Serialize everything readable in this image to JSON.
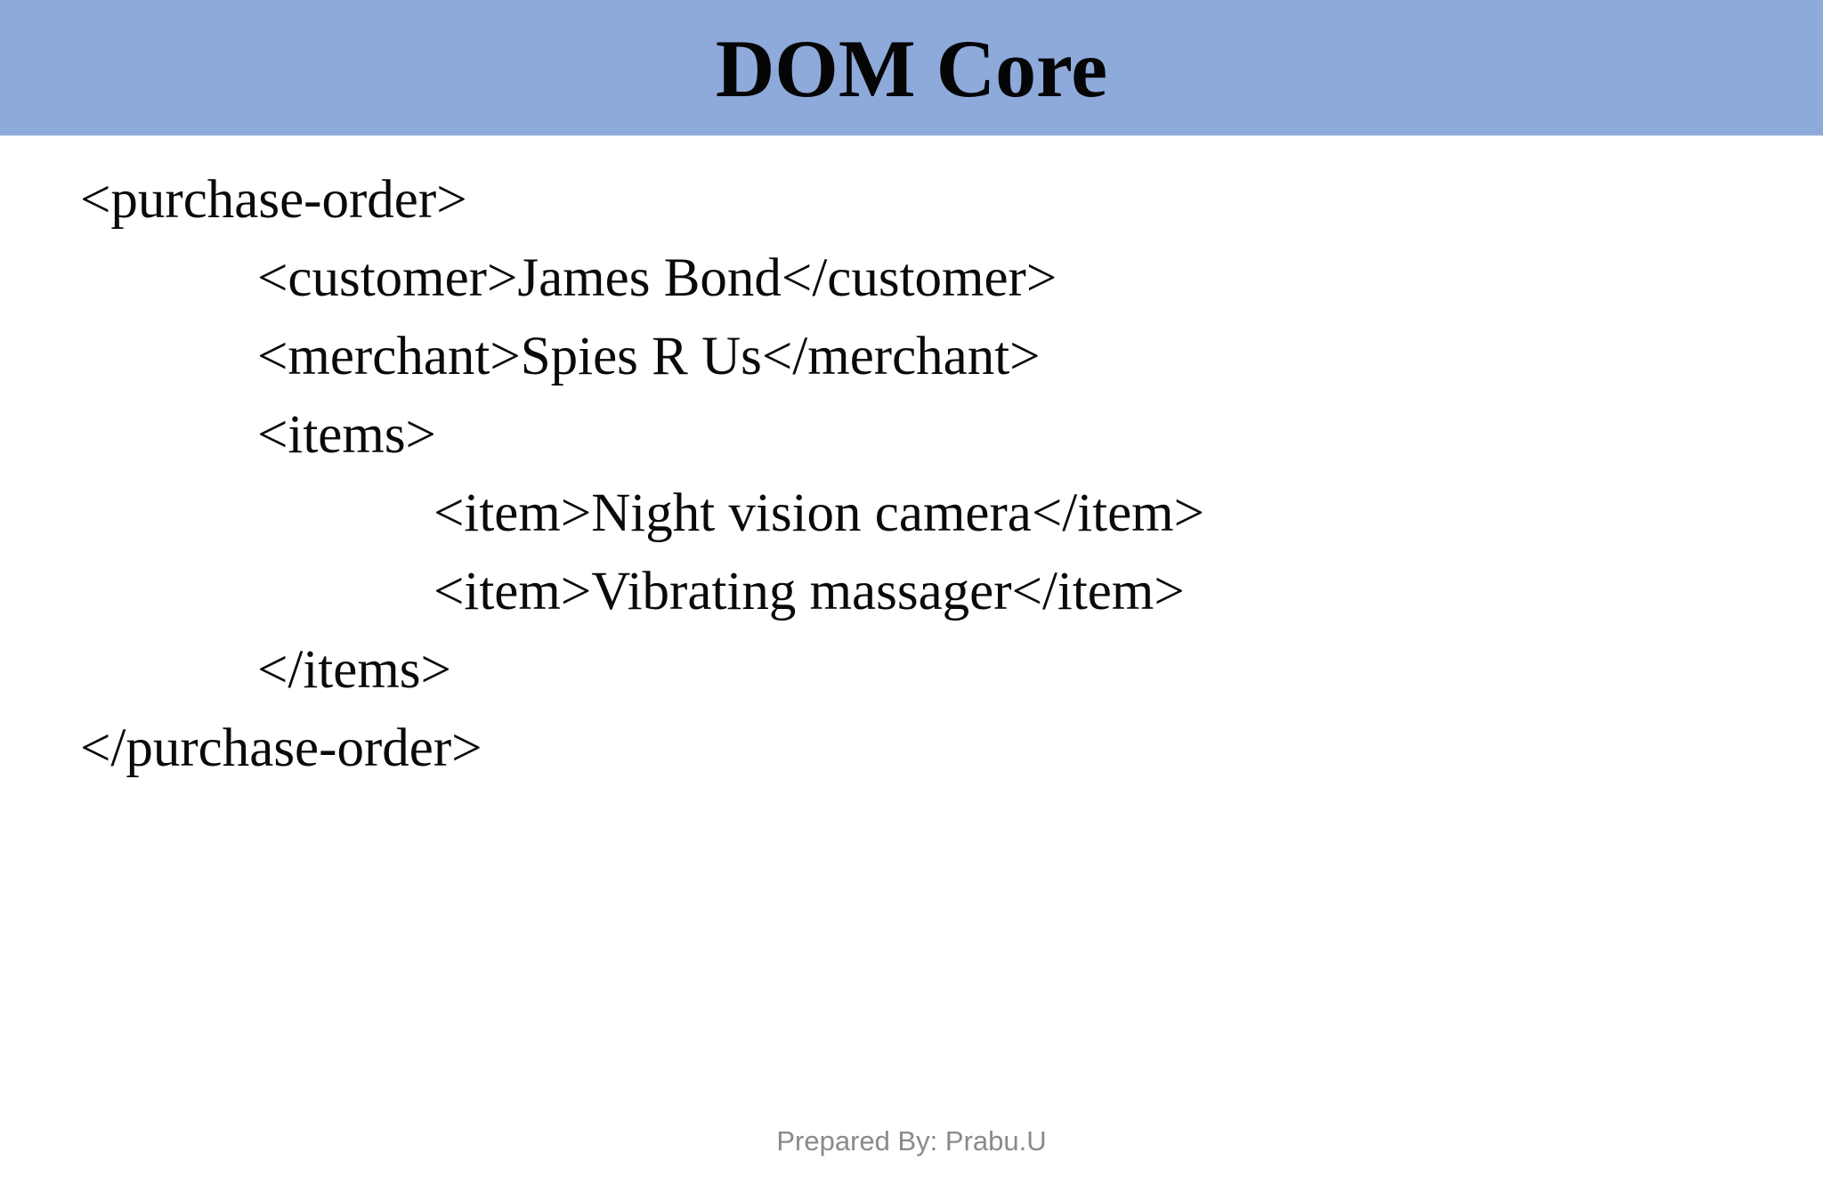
{
  "slide": {
    "title": "DOM Core",
    "footer": "Prepared By: Prabu.U",
    "colors": {
      "header_bg": "#8EAADB",
      "body_text": "#0A0A0A",
      "title_text": "#050505",
      "footer_text": "#8A8A8A",
      "slide_bg": "#FFFFFF"
    },
    "code_lines": [
      {
        "indent": 0,
        "text": "<purchase-order>"
      },
      {
        "indent": 1,
        "text": "<customer>James Bond</customer>"
      },
      {
        "indent": 1,
        "text": "<merchant>Spies R Us</merchant>"
      },
      {
        "indent": 1,
        "text": "<items>"
      },
      {
        "indent": 2,
        "text": "<item>Night vision camera</item>"
      },
      {
        "indent": 2,
        "text": "<item>Vibrating massager</item>"
      },
      {
        "indent": 1,
        "text": "</items>"
      },
      {
        "indent": 0,
        "text": "</purchase-order>"
      }
    ]
  }
}
